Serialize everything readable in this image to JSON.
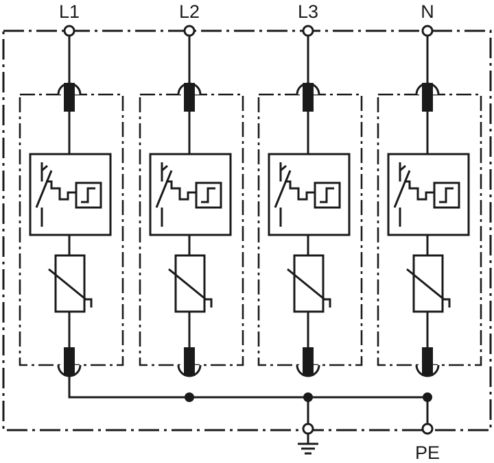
{
  "terminals": {
    "top": [
      "L1",
      "L2",
      "L3",
      "N"
    ],
    "bottom_pe_label": "PE",
    "ground_icon": "earth-ground-icon"
  },
  "modules": [
    {
      "line": "L1",
      "icons": [
        "fuse-icon",
        "disconnector-switch-icon",
        "varistor-icon",
        "fuse-icon"
      ]
    },
    {
      "line": "L2",
      "icons": [
        "fuse-icon",
        "disconnector-switch-icon",
        "varistor-icon",
        "fuse-icon"
      ]
    },
    {
      "line": "L3",
      "icons": [
        "fuse-icon",
        "disconnector-switch-icon",
        "varistor-icon",
        "fuse-icon"
      ]
    },
    {
      "line": "N",
      "icons": [
        "fuse-icon",
        "disconnector-switch-icon",
        "varistor-icon",
        "fuse-icon"
      ]
    }
  ],
  "colors": {
    "line": "#1a1a1a",
    "background": "#ffffff"
  }
}
